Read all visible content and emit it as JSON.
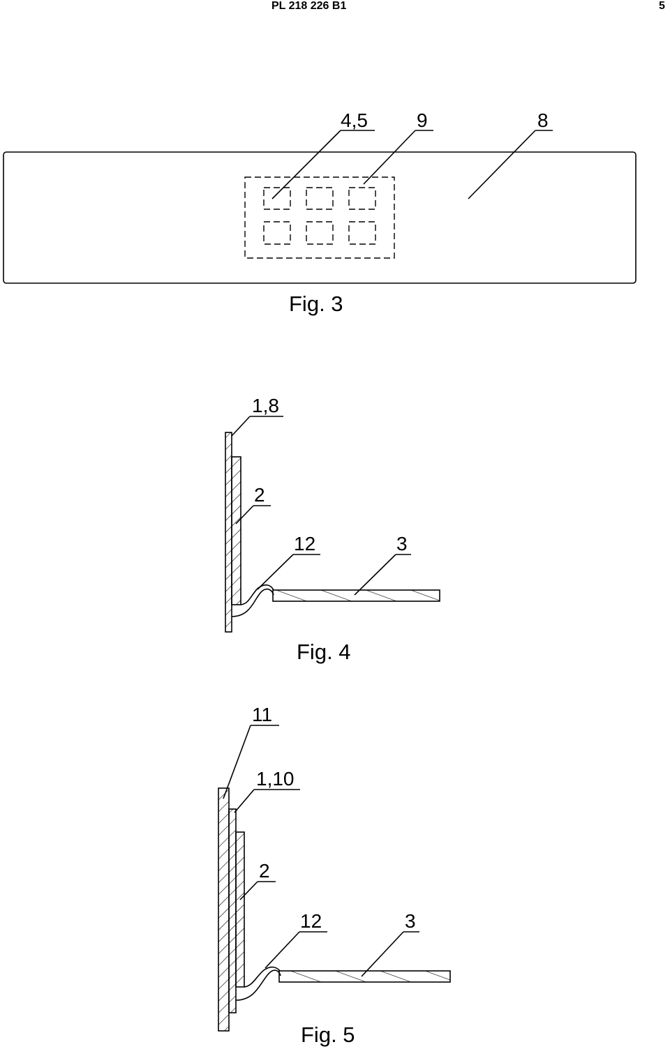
{
  "header": {
    "patent_number": "PL 218 226 B1",
    "page_number": "5"
  },
  "fig3": {
    "caption": "Fig. 3",
    "labels": [
      "4,5",
      "9",
      "8"
    ]
  },
  "fig4": {
    "caption": "Fig. 4",
    "labels": [
      "1,8",
      "2",
      "12",
      "3"
    ]
  },
  "fig5": {
    "caption": "Fig. 5",
    "labels": [
      "11",
      "1,10",
      "2",
      "12",
      "3"
    ]
  }
}
